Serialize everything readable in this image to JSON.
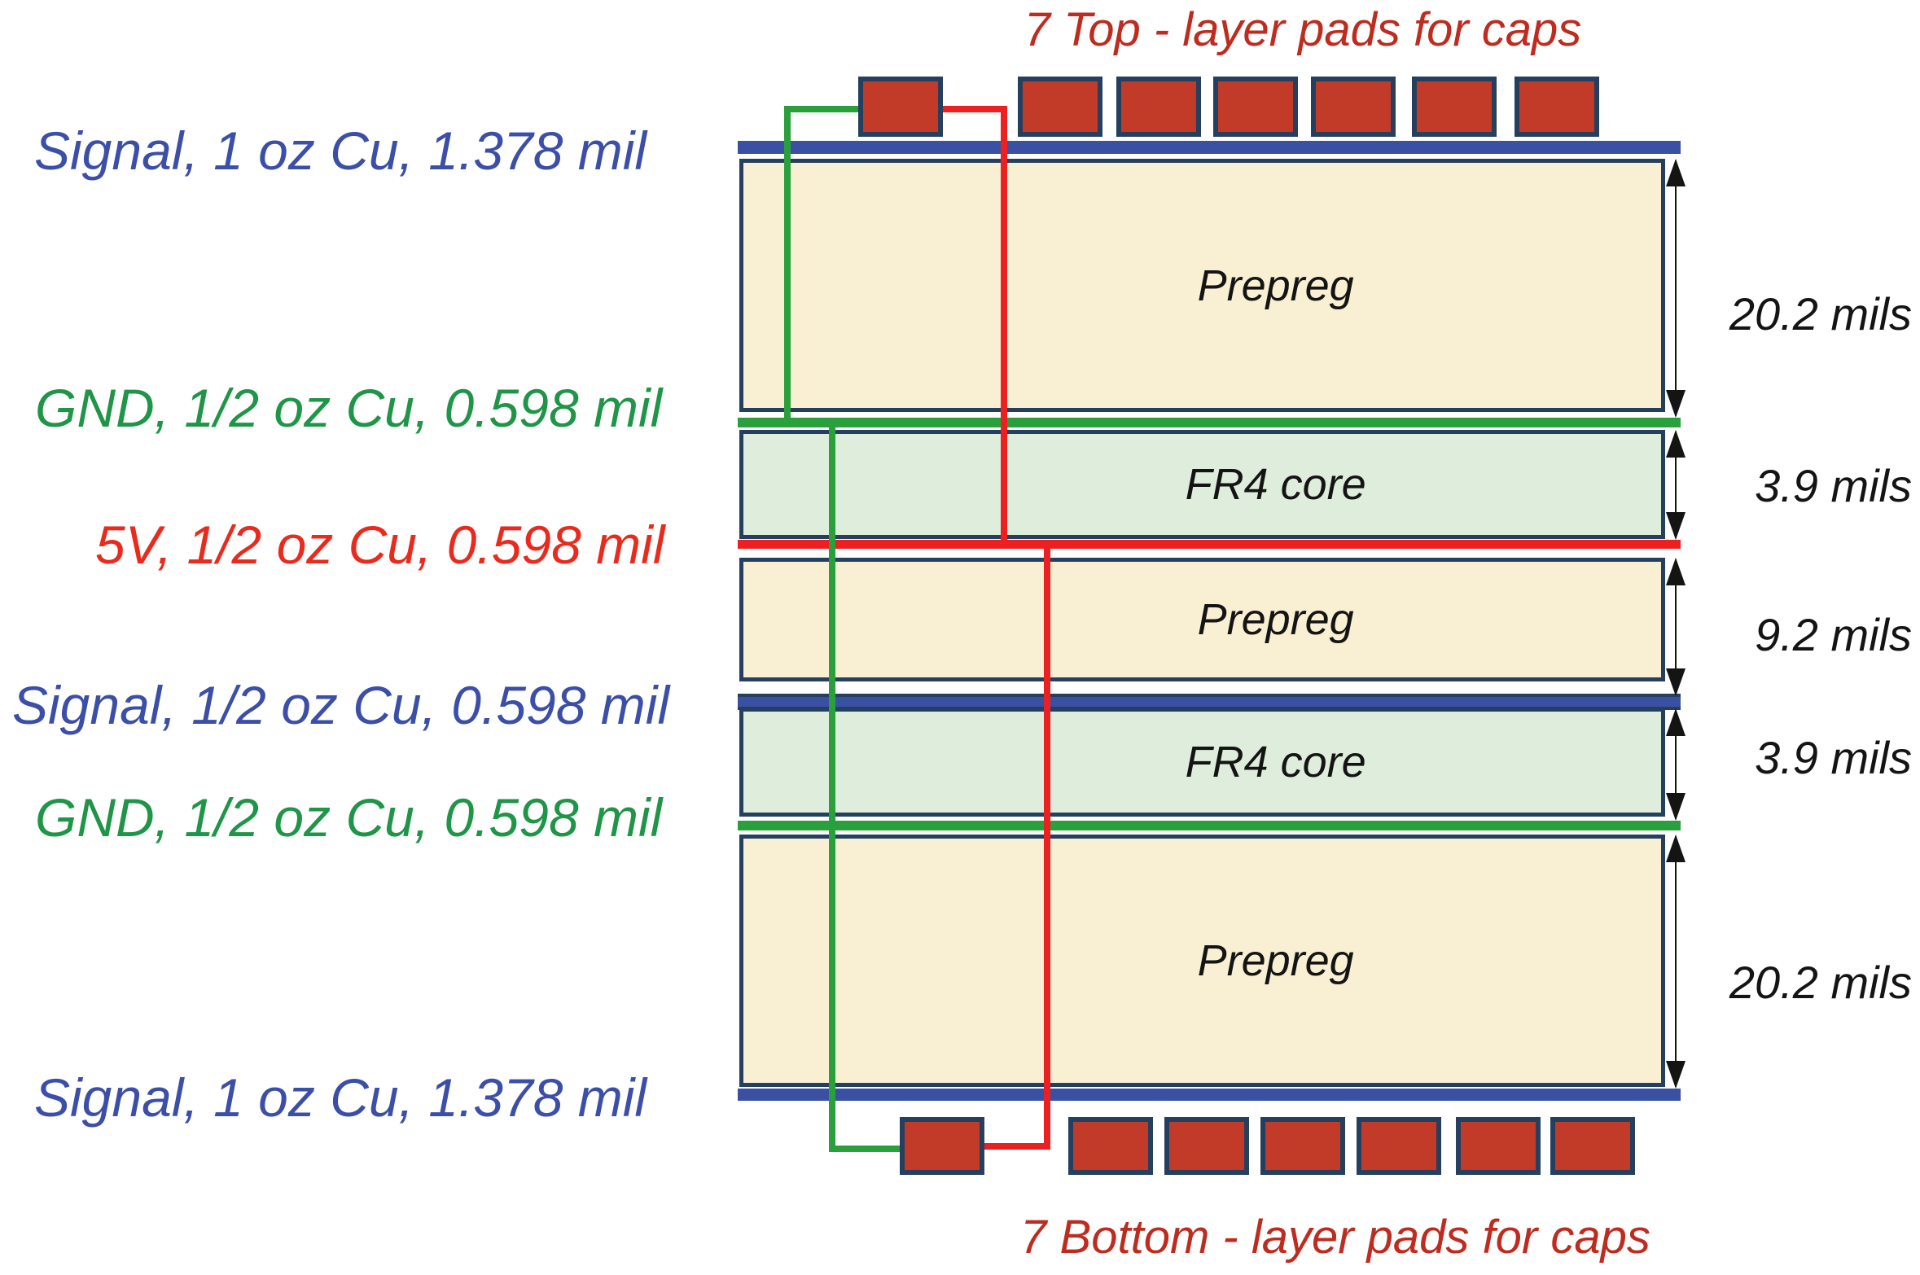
{
  "titles": {
    "top": "7 Top - layer pads for caps",
    "bottom": "7 Bottom - layer pads for caps"
  },
  "side_labels": [
    {
      "text": "Signal, 1 oz Cu, 1.378 mil",
      "color": "#3C4FA8"
    },
    {
      "text": "GND, 1/2 oz Cu, 0.598 mil",
      "color": "#1F9547"
    },
    {
      "text": "5V, 1/2 oz Cu, 0.598 mil",
      "color": "#EA2A1C"
    },
    {
      "text": "Signal, 1/2 oz Cu, 0.598 mil",
      "color": "#3C4FA8"
    },
    {
      "text": "GND, 1/2 oz Cu, 0.598 mil",
      "color": "#1F9547"
    },
    {
      "text": "Signal, 1 oz Cu, 1.378 mil",
      "color": "#3C4FA8"
    }
  ],
  "blocks": [
    {
      "label": "Prepreg",
      "thickness": "20.2 mils"
    },
    {
      "label": "FR4 core",
      "thickness": "3.9 mils"
    },
    {
      "label": "Prepreg",
      "thickness": "9.2 mils"
    },
    {
      "label": "FR4 core",
      "thickness": "3.9 mils"
    },
    {
      "label": "Prepreg",
      "thickness": "20.2 mils"
    }
  ],
  "pads": {
    "top_count": 7,
    "bottom_count": 7
  },
  "colors": {
    "navy": "#24405E",
    "pad_red": "#C23A28",
    "title_red": "#BE2B1F",
    "red": "#EC2020",
    "green": "#2AA03C",
    "blue": "#3A51A3",
    "cream": "#F9F0D3",
    "fr4": "#DFEDDC",
    "green_text": "#1F9547",
    "blue_text": "#3C4FA8",
    "red_text": "#EA2A1C",
    "ink": "#141414"
  }
}
